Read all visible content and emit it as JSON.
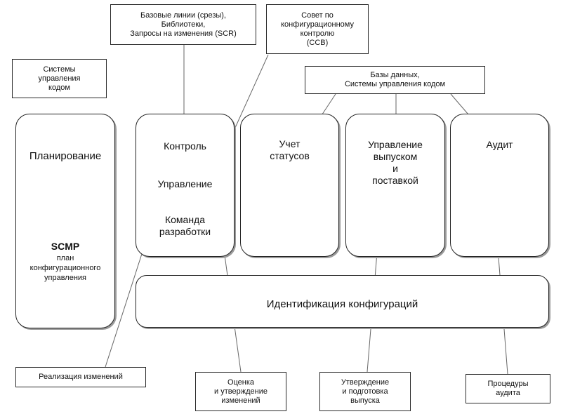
{
  "labels": {
    "baselines": [
      "Базовые линии (срезы),",
      "Библиотеки,",
      "Запросы на изменения (SCR)"
    ],
    "ccb": [
      "Совет по",
      "конфигурационному",
      "контролю",
      "(CCB)"
    ],
    "code_systems": [
      "Системы",
      "управления",
      "кодом"
    ],
    "databases": [
      "Базы данных,",
      "Системы управления кодом"
    ],
    "change_impl": [
      "Реализация изменений"
    ],
    "change_eval": [
      "Оценка",
      "и утверждение",
      "изменений"
    ],
    "release_approval": [
      "Утверждение",
      "и подготовка",
      "выпуска"
    ],
    "audit_procs": [
      "Процедуры",
      "аудита"
    ]
  },
  "processes": {
    "planning": "Планирование",
    "scmp_title": "SCMP",
    "scmp_desc": [
      "план",
      "конфигурационного",
      "управления"
    ],
    "control": "Контроль",
    "management": "Управление",
    "dev_team": [
      "Команда",
      "разработки"
    ],
    "status": [
      "Учет",
      "статусов"
    ],
    "release": [
      "Управление",
      "выпуском",
      "и",
      "поставкой"
    ],
    "audit": "Аудит",
    "identification": "Идентификация конфигураций"
  }
}
